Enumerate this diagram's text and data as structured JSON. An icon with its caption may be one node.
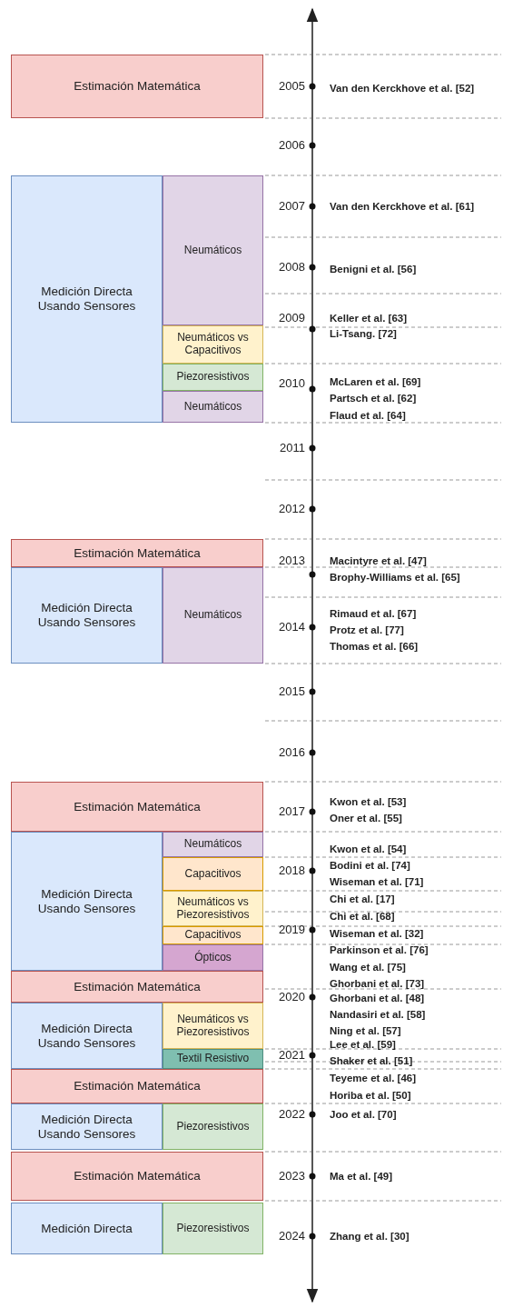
{
  "diagram": {
    "nodes": [
      {
        "text": [
          "Estimación Matemática"
        ]
      },
      {
        "text": [
          "Medición Directa Usando Sensores"
        ]
      },
      {
        "text": [
          "Neumáticos"
        ]
      },
      {
        "text": [
          "Neumáticos vs Capacitivos"
        ]
      },
      {
        "text": [
          "Piezoresistivos"
        ]
      },
      {
        "text": [
          "Neumáticos"
        ]
      },
      {
        "text": [
          "Estimación Matemática"
        ]
      },
      {
        "text": [
          "Medición Directa Usando Sensores"
        ]
      },
      {
        "text": [
          "Neumáticos"
        ]
      },
      {
        "text": [
          "Estimación Matemática"
        ]
      },
      {
        "text": [
          "Medición Directa Usando Sensores"
        ]
      },
      {
        "text": [
          "Neumáticos"
        ]
      },
      {
        "text": [
          "Capacitivos"
        ]
      },
      {
        "text": [
          "Neumáticos vs Piezoresistivos"
        ]
      },
      {
        "text": [
          "Capacitivos"
        ]
      },
      {
        "text": [
          "Ópticos"
        ]
      },
      {
        "text": [
          "Estimación Matemática"
        ]
      },
      {
        "text": [
          "Medición Directa Usando Sensores"
        ]
      },
      {
        "text": [
          "Neumáticos vs Piezoresistivos"
        ]
      },
      {
        "text": [
          "Textil Resistivo"
        ]
      },
      {
        "text": [
          "Estimación Matemática"
        ]
      },
      {
        "text": [
          "Medición Directa Usando Sensores"
        ]
      },
      {
        "text": [
          "Piezoresistivos"
        ]
      },
      {
        "text": [
          "Estimación Matemática"
        ]
      },
      {
        "text": [
          "Medición Directa"
        ]
      },
      {
        "text": [
          "Piezoresistivos"
        ]
      }
    ],
    "edges": [],
    "labels": [
      "2005",
      "Van den Kerckhove et al. [52]",
      "2006",
      "2007",
      "Van den Kerckhove et al. [61]",
      "2008",
      "Benigni et al. [56]",
      "2009",
      "Keller et al. [63]",
      "Li-Tsang. [72]",
      "2010",
      "McLaren et al. [69]",
      "Partsch et al. [62]",
      "Flaud et al. [64]",
      "2011",
      "2012",
      "2013",
      "Macintyre et al. [47]",
      "Brophy-Williams et al. [65]",
      "Rimaud et al. [67]",
      "2014",
      "Protz et al. [77]",
      "Thomas et al. [66]",
      "2015",
      "2016",
      "Kwon et al. [53]",
      "2017",
      "Oner et al. [55]",
      "Kwon et al. [54]",
      "Bodini et al. [74]",
      "2018",
      "Wiseman et al. [71]",
      "Chi et al. [17]",
      "Chi et al. [68]",
      "2019",
      "Wiseman et al. [32]",
      "Parkinson et al. [76]",
      "Wang et al. [75]",
      "Ghorbani et al. [73]",
      "2020",
      "Ghorbani et al. [48]",
      "Nandasiri et al. [58]",
      "Ning et al. [57]",
      "Lee et al. [59]",
      "2021",
      "Shaker et al. [51]",
      "Teyeme et al. [46]",
      "Horiba et al. [50]",
      "2022",
      "Joo et al. [70]",
      "2023",
      "Ma et al. [49]",
      "2024",
      "Zhang et al. [30]"
    ]
  }
}
